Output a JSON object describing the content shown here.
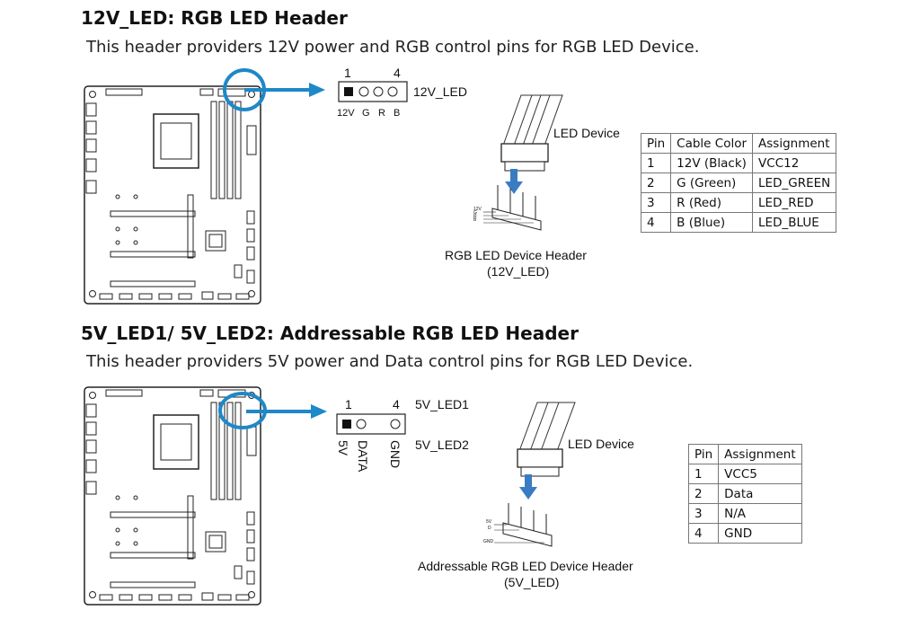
{
  "section1": {
    "title": "12V_LED: RGB LED Header",
    "description": "This header providers 12V power and RGB control pins for RGB LED Device.",
    "pin_first": "1",
    "pin_last": "4",
    "header_name": "12V_LED",
    "pin_labels": [
      "12V",
      "G",
      "R",
      "B"
    ],
    "device_label": "LED Device",
    "caption_line1": "RGB LED Device Header",
    "caption_line2": "(12V_LED)",
    "connector_pin_labels": [
      "12V",
      "G",
      "R",
      "B"
    ],
    "table": {
      "headers": [
        "Pin",
        "Cable Color",
        "Assignment"
      ],
      "rows": [
        [
          "1",
          "12V (Black)",
          "VCC12"
        ],
        [
          "2",
          "G (Green)",
          "LED_GREEN"
        ],
        [
          "3",
          "R (Red)",
          "LED_RED"
        ],
        [
          "4",
          "B (Blue)",
          "LED_BLUE"
        ]
      ]
    }
  },
  "section2": {
    "title": "5V_LED1/ 5V_LED2: Addressable RGB LED Header",
    "description": "This header providers 5V power and Data control pins for RGB LED Device.",
    "pin_first": "1",
    "pin_last": "4",
    "header_name_1": "5V_LED1",
    "header_name_2": "5V_LED2",
    "pin_labels": [
      "5V",
      "DATA",
      "GND"
    ],
    "device_label": "LED Device",
    "caption_line1": "Addressable RGB LED Device Header",
    "caption_line2": "(5V_LED)",
    "connector_pin_labels": [
      "5V",
      "D",
      "GND"
    ],
    "table": {
      "headers": [
        "Pin",
        "Assignment"
      ],
      "rows": [
        [
          "1",
          "VCC5"
        ],
        [
          "2",
          "Data"
        ],
        [
          "3",
          "N/A"
        ],
        [
          "4",
          "GND"
        ]
      ]
    }
  },
  "colors": {
    "accent": "#1e88c8",
    "arrow": "#3a7cc4"
  }
}
